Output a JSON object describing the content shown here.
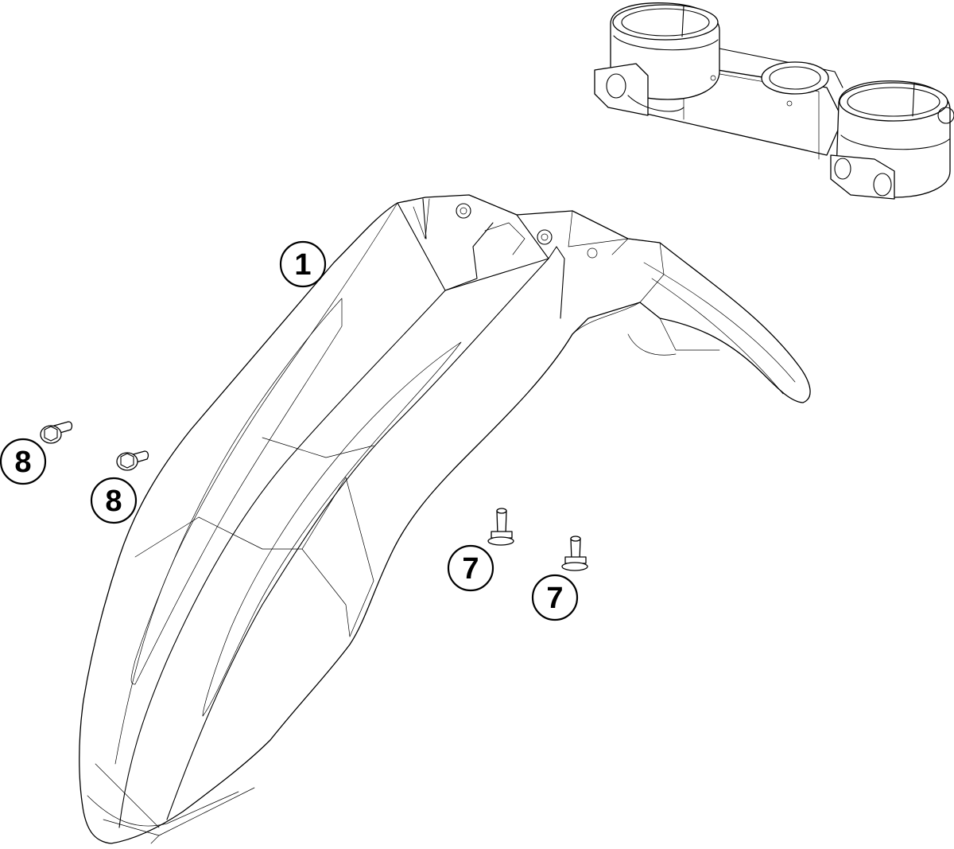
{
  "callouts": [
    {
      "id": "part-1",
      "label": "1"
    },
    {
      "id": "part-8a",
      "label": "8"
    },
    {
      "id": "part-8b",
      "label": "8"
    },
    {
      "id": "part-7a",
      "label": "7"
    },
    {
      "id": "part-7b",
      "label": "7"
    }
  ],
  "colors": {
    "line": "#000000",
    "background": "#ffffff"
  }
}
